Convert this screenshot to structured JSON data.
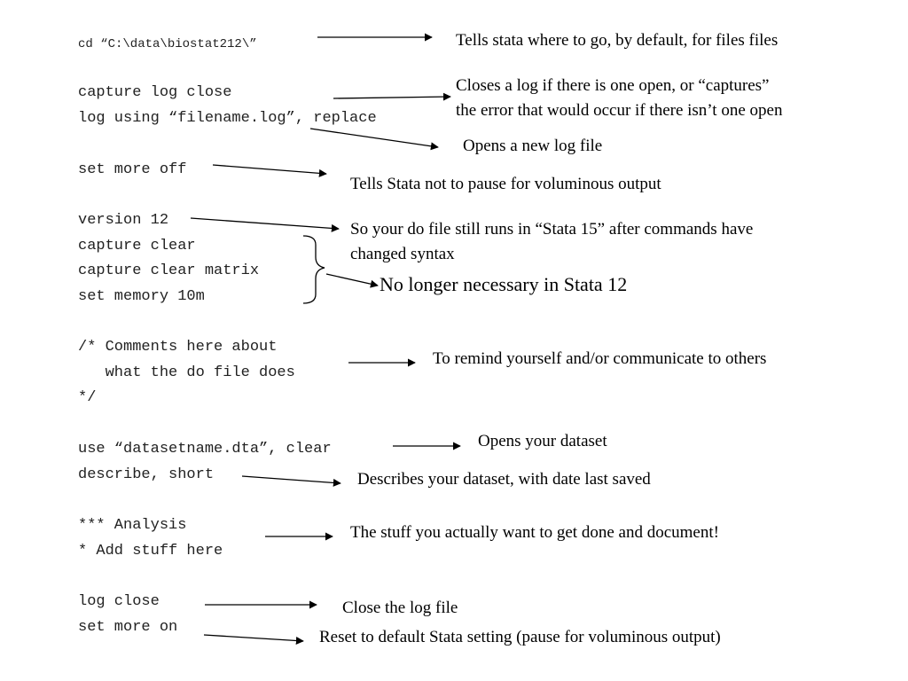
{
  "code": {
    "cd": "cd “C:\\data\\biostat212\\”",
    "capture_log_close": "capture log close",
    "log_using": "log using “filename.log”, replace",
    "set_more_off": "set more off",
    "version": "version 12",
    "capture_clear": "capture clear",
    "capture_clear_matrix": "capture clear matrix",
    "set_memory": "set memory 10m",
    "comment_open": "/* Comments here about",
    "comment_body": "   what the do file does",
    "comment_close": "*/",
    "use_dataset": "use “datasetname.dta”, clear",
    "describe": "describe, short",
    "analysis_header": "*** Analysis",
    "add_stuff": "* Add stuff here",
    "log_close": "log close",
    "set_more_on": "set more on"
  },
  "notes": {
    "cd": "Tells stata where to go, by default, for files files",
    "capture_line1": "Closes a log if there is one open, or “captures”",
    "capture_line2": "the error that would occur if there isn’t one open",
    "log_using": "Opens a new log file",
    "more_off": "Tells Stata not to pause for voluminous output",
    "version_line1": "So your do file still runs in “Stata 15” after commands have",
    "version_line2": "changed syntax",
    "memory": "No longer necessary in Stata 12",
    "comments": "To remind yourself and/or communicate to others",
    "use": "Opens your dataset",
    "describe": "Describes your dataset, with date last saved",
    "analysis": "The stuff you actually want to get done and document!",
    "log_close": "Close the log file",
    "more_on": "Reset to default Stata setting (pause for voluminous output)"
  }
}
